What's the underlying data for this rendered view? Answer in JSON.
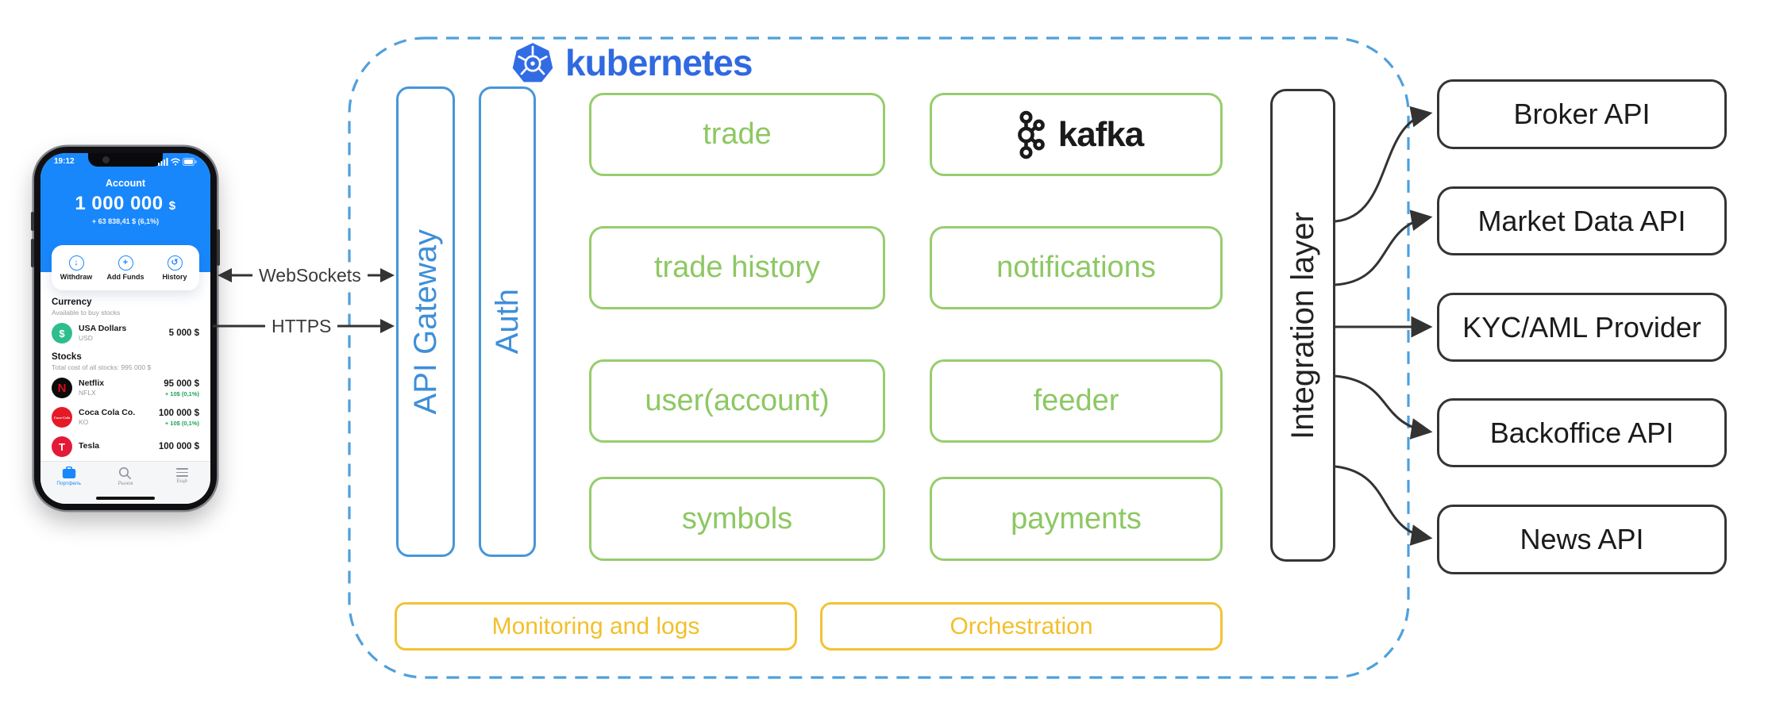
{
  "connections": {
    "websockets_label": "WebSockets",
    "https_label": "HTTPS"
  },
  "phone": {
    "time": "19:12",
    "title": "Account",
    "balance_amount": "1 000 000",
    "balance_currency": "$",
    "balance_change": "+ 63 838,41 $ (6,1%)",
    "actions": {
      "withdraw": {
        "label": "Withdraw",
        "icon": "↓"
      },
      "add_funds": {
        "label": "Add Funds",
        "icon": "+"
      },
      "history": {
        "label": "History",
        "icon": "↺"
      }
    },
    "currency": {
      "title": "Currency",
      "subtitle": "Available to buy stocks",
      "rows": [
        {
          "icon": "$",
          "name": "USA Dollars",
          "ticker": "USD",
          "value": "5 000 $",
          "change": ""
        }
      ]
    },
    "stocks": {
      "title": "Stocks",
      "subtitle": "Total cost of all stocks: 995 000 $",
      "rows": [
        {
          "icon": "N",
          "name": "Netflix",
          "ticker": "NFLX",
          "value": "95 000 $",
          "change": "+ 10$ (0,1%)"
        },
        {
          "icon": "Coca-Cola",
          "name": "Coca Cola Co.",
          "ticker": "KO",
          "value": "100 000 $",
          "change": "+ 10$ (0,1%)"
        },
        {
          "icon": "T",
          "name": "Tesla",
          "ticker": "",
          "value": "100 000 $",
          "change": ""
        }
      ]
    },
    "tabbar": {
      "portfolio": "Портфель",
      "market": "Рынок",
      "more": "Ещё"
    }
  },
  "cluster": {
    "brand": "kubernetes",
    "api_gateway": "API Gateway",
    "auth": "Auth",
    "services_left": [
      "trade",
      "trade history",
      "user(account)",
      "symbols"
    ],
    "kafka_label": "kafka",
    "services_right": [
      "notifications",
      "feeder",
      "payments"
    ],
    "monitoring": "Monitoring and logs",
    "orchestration": "Orchestration",
    "integration": "Integration layer"
  },
  "external": {
    "apis": [
      "Broker API",
      "Market Data API",
      "KYC/AML Provider",
      "Backoffice API",
      "News API"
    ]
  },
  "colors": {
    "green": "#8DC863",
    "blue": "#4696D9",
    "yellow": "#F3C235",
    "k8s_blue": "#326CE5",
    "dashed_border": "#4FA0DC",
    "arrow": "#333333",
    "phone_blue": "#1987FC",
    "gain_green": "#1FA35C"
  }
}
